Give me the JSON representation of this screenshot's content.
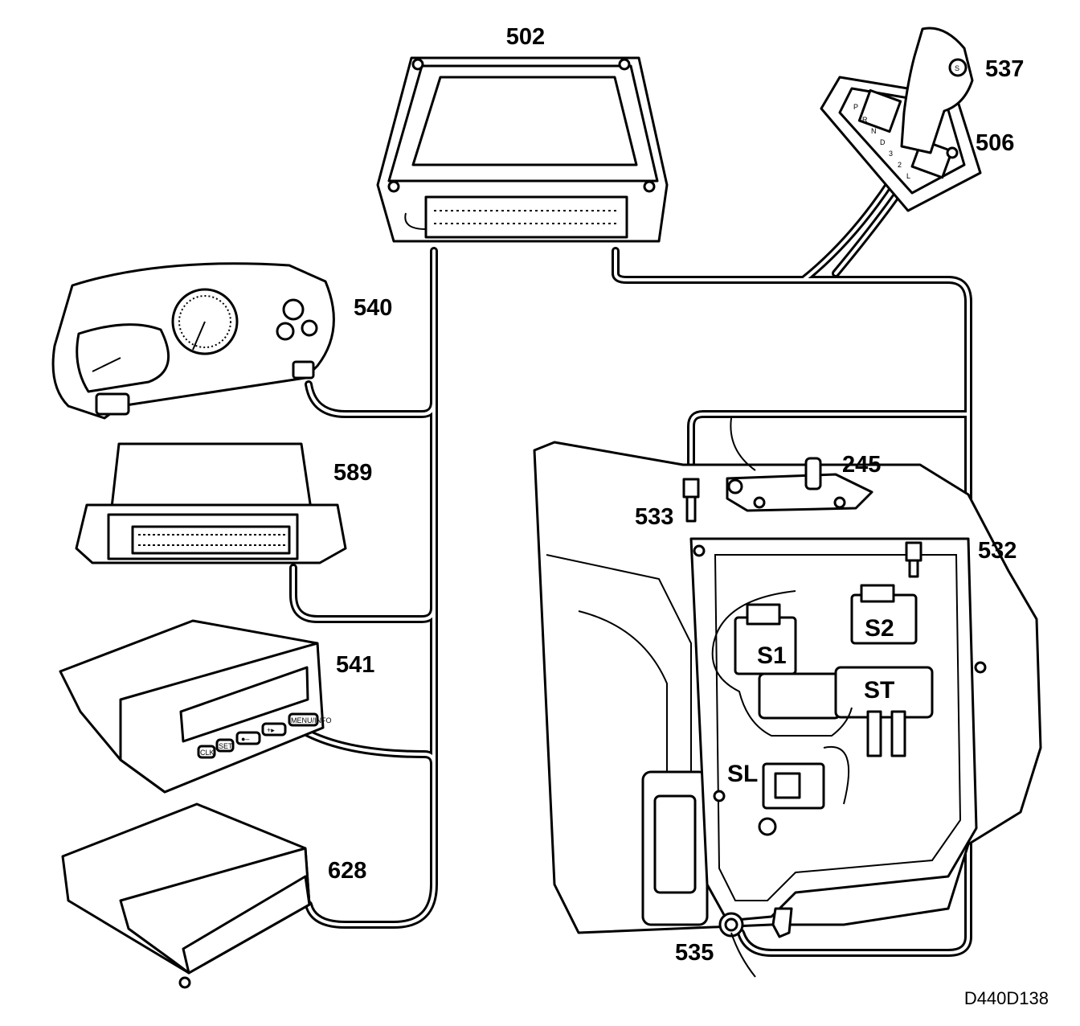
{
  "callouts": {
    "ecm": "502",
    "gear_knob": "537",
    "selector": "506",
    "instrument_cluster": "540",
    "module_589": "589",
    "display_541": "541",
    "module_628": "628",
    "position_switch": "245",
    "connector_533": "533",
    "transmission_harness": "532",
    "sensor_535": "535"
  },
  "solenoids": {
    "s1": "S1",
    "s2": "S2",
    "st": "ST",
    "sl": "SL"
  },
  "reference_code": "D440D138",
  "display_buttons": [
    "CLK",
    "SET",
    "●–",
    "+▸",
    "MENU/INFO"
  ],
  "knob_symbol": "S",
  "gear_positions": [
    "P",
    "R",
    "N",
    "D",
    "3",
    "2",
    "L"
  ]
}
